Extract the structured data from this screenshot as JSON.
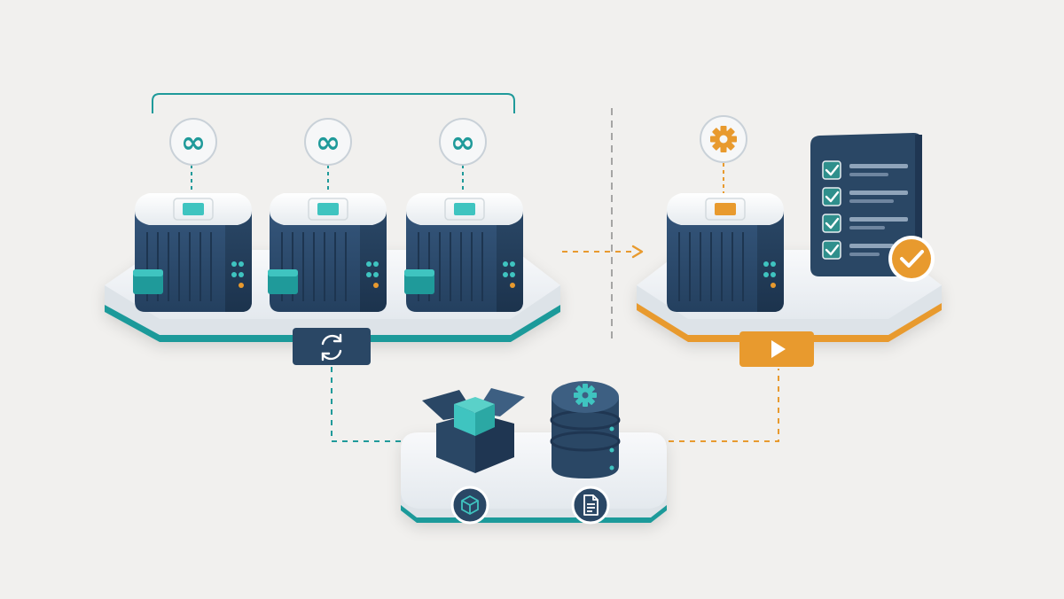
{
  "colors": {
    "background": "#f1f0ee",
    "navy": "#2a4765",
    "navy_dark": "#1f3652",
    "navy_light": "#3d5f82",
    "teal": "#1f9a9a",
    "teal_bright": "#3fc4c0",
    "orange": "#e89a2e",
    "platform_top": "#f4f6f8",
    "platform_side": "#dde3e8",
    "checkbox_green": "#2f8f8c"
  },
  "diagram": {
    "left_group": {
      "servers": [
        {
          "badge_icon": "infinity-icon"
        },
        {
          "badge_icon": "infinity-icon"
        },
        {
          "badge_icon": "infinity-icon"
        }
      ],
      "action_icon": "sync-arrows-icon",
      "accent": "teal"
    },
    "right_group": {
      "servers": [
        {
          "badge_icon": "gear-icon"
        }
      ],
      "checklist_items": 4,
      "status_icon": "check-circle-icon",
      "action_icon": "play-icon",
      "accent": "orange"
    },
    "bottom_group": {
      "items": [
        {
          "icon": "open-box-icon",
          "label_icon": "cube-icon"
        },
        {
          "icon": "database-gear-icon",
          "label_icon": "document-icon"
        }
      ],
      "accent": "teal"
    },
    "connectors": [
      {
        "from": "left_group",
        "to": "right_group",
        "style": "dashed-arrow",
        "color": "orange"
      },
      {
        "from": "left_group",
        "to": "bottom_group",
        "style": "dashed",
        "color": "teal"
      },
      {
        "from": "bottom_group",
        "to": "right_group",
        "style": "dashed",
        "color": "orange"
      }
    ],
    "separator": "vertical-dashed"
  }
}
